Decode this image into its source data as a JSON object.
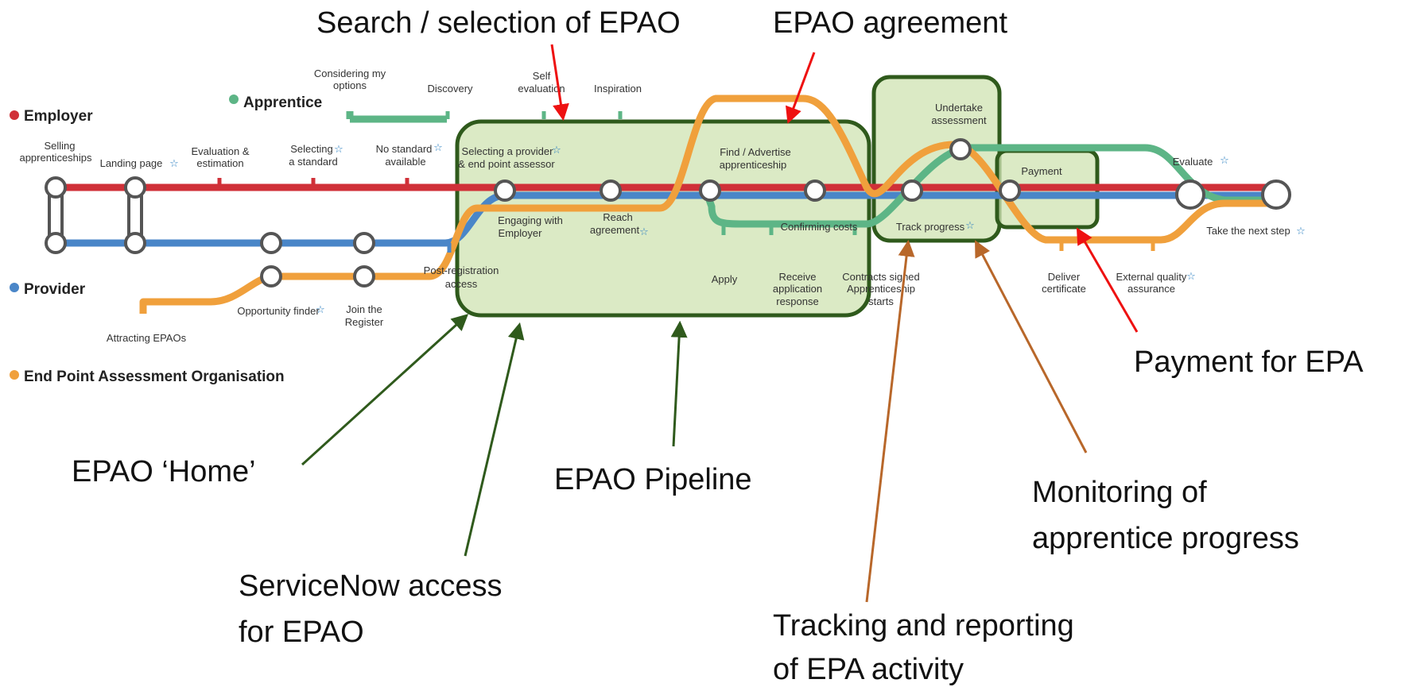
{
  "colors": {
    "employer": "#d03038",
    "provider": "#4a86c8",
    "apprentice": "#5db586",
    "epao": "#f0a03c",
    "highlight_fill": "#cfe3b2",
    "highlight_border": "#2f5a1c",
    "arrow_red": "#ee1111",
    "arrow_green": "#2f5a1c",
    "arrow_brown": "#b8672a"
  },
  "legend": {
    "employer": "Employer",
    "apprentice": "Apprentice",
    "provider": "Provider",
    "epao": "End Point Assessment Organisation"
  },
  "map_labels": {
    "selling_1": "Selling",
    "selling_2": "apprenticeships",
    "landing_page": "Landing page",
    "evaluation_1": "Evaluation &",
    "evaluation_2": "estimation",
    "selecting_std_1": "Selecting",
    "selecting_std_2": "a standard",
    "no_std_1": "No standard",
    "no_std_2": "available",
    "considering_1": "Considering my",
    "considering_2": "options",
    "discovery": "Discovery",
    "self_eval_1": "Self",
    "self_eval_2": "evaluation",
    "inspiration": "Inspiration",
    "sel_provider_1": "Selecting a provider",
    "sel_provider_2": "& end point assessor",
    "find_adv_1": "Find / Advertise",
    "find_adv_2": "apprenticeship",
    "undertake_1": "Undertake",
    "undertake_2": "assessment",
    "payment": "Payment",
    "evaluate": "Evaluate",
    "engaging_1": "Engaging with",
    "engaging_2": "Employer",
    "reach_1": "Reach",
    "reach_2": "agreement",
    "confirming": "Confirming costs",
    "track": "Track progress",
    "take_next": "Take the next step",
    "post_reg_1": "Post-registration",
    "post_reg_2": "access",
    "apply": "Apply",
    "receive_1": "Receive",
    "receive_2": "application",
    "receive_3": "response",
    "contracts_1": "Contracts signed",
    "contracts_2": "Apprenticeship",
    "contracts_3": "starts",
    "deliver_1": "Deliver",
    "deliver_2": "certificate",
    "external_1": "External quality",
    "external_2": "assurance",
    "opportunity": "Opportunity finder",
    "join_1": "Join the",
    "join_2": "Register",
    "attracting": "Attracting EPAOs"
  },
  "annotations": {
    "search_selection": "Search / selection of EPAO",
    "epao_agreement": "EPAO agreement",
    "payment_for_epa": "Payment for EPA",
    "epao_home": "EPAO ‘Home’",
    "epao_pipeline": "EPAO Pipeline",
    "monitoring_1": "Monitoring of",
    "monitoring_2": "apprentice progress",
    "servicenow_1": "ServiceNow access",
    "servicenow_2": "for EPAO",
    "tracking_1": "Tracking and reporting",
    "tracking_2": "of EPA activity"
  }
}
